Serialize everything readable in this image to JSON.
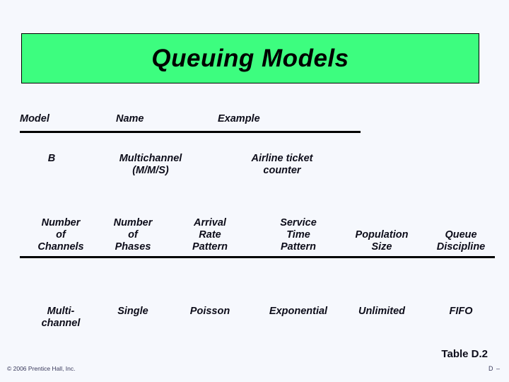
{
  "slide": {
    "title": "Queuing Models",
    "banner_color": "#3dfd7f",
    "background_color": "#f6f8fd",
    "text_color": "#0d0d1a"
  },
  "table_model": {
    "headers": [
      "Model",
      "Name",
      "Example"
    ],
    "rows": [
      {
        "model": "B",
        "name_line1": "Multichannel",
        "name_line2": "(M/M/S)",
        "example_line1": "Airline ticket",
        "example_line2": "counter"
      }
    ]
  },
  "table_characteristics": {
    "headers": [
      {
        "line1": "Number",
        "line2": "of",
        "line3": "Channels"
      },
      {
        "line1": "Number",
        "line2": "of",
        "line3": "Phases"
      },
      {
        "line1": "Arrival",
        "line2": "Rate",
        "line3": "Pattern"
      },
      {
        "line1": "Service",
        "line2": "Time",
        "line3": "Pattern"
      },
      {
        "line1": "",
        "line2": "Population",
        "line3": "Size"
      },
      {
        "line1": "",
        "line2": "Queue",
        "line3": "Discipline"
      }
    ],
    "rows": [
      {
        "channels_line1": "Multi-",
        "channels_line2": "channel",
        "phases": "Single",
        "arrival": "Poisson",
        "service": "Exponential",
        "population": "Unlimited",
        "discipline": "FIFO"
      }
    ]
  },
  "footer": {
    "table_label": "Table D.2",
    "copyright": "© 2006 Prentice Hall, Inc.",
    "page_marker": "D –"
  }
}
